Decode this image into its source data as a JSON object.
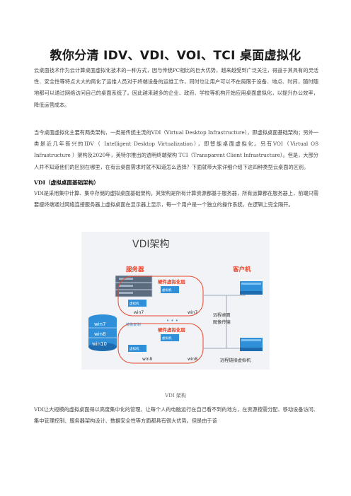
{
  "document": {
    "title": "教你分清 IDV、VDI、VOI、TCI 桌面虚拟化",
    "paragraph_1": "云桌面技术作为云计算桌面虚拟化技术的一种方式，因与传统PC相比的巨大优势，越来越受到广泛关注，得益于其具有的灵活性、安全性等特点大大的简化了运维人员对于终端设备的运维工作，同时也让用户可以不在局限于设备、地点、时间，随时随地都可以通过网络访问自己的桌面系统了。因此越来越多的企业、政府、学校等机构开始应用桌面虚拟化，以提升办公效率，降低运营成本。",
    "paragraph_2": "当今桌面虚拟化主要有两类架构，一类是传统主流的VDI（Virtual Desktop Infrastructure），即虚拟桌面基础架构；另外一类是近几年新兴的IDV（ Intelligent Desktop Virtualization），即智能桌面虚拟化。另有VOI（Virtual OS Infrastructure ）架构及2020年，英特尔推出的透明终端架构 TCI（Transparent Client Infrastructure）。但是，大部分人并不知道他们的区别在哪里，在有云桌面需求时就不知道怎么选择？下面就带大家详细介绍下这四种类型云桌面的区别。",
    "heading_vdi": "VDI（虚拟桌面基础架构）",
    "paragraph_3": "VDI是采用集中计算、集中存储的虚拟桌面基础架构。其架构是所有计算资源都基于服务器，所有运算都在服务器上，前端只需要瘦终端通过网络连接服务器上虚拟桌面在显示器上显示，每一个用户是一个独立的操作系统，在逻辑上完全隔开。",
    "caption": "VDI 架构",
    "paragraph_4": "VDI让大规模的虚拟桌面得以高度集中化的管理，让每个人的电脑运行在自己看不到的地方，在资源按需分配、移动设备访问、集中管理控制、服务器架构设计、数据安全性等方面都具有很大优势。但是由于该"
  },
  "figure": {
    "title": "VDI架构",
    "server_label": "服务器",
    "client_label": "客户机",
    "hw_layer_label": "硬件虚拟化层",
    "vm_label": "虚拟机",
    "win7": "win7",
    "win8": "win8",
    "win10": "win10",
    "mirror_label": "镜像复制",
    "remote_label_1": "远程桌面",
    "remote_label_2": "图像传输",
    "client_caption": "远程链接虚拟机",
    "ellipsis": "• • •",
    "colors": {
      "accent_red": "#e8452c",
      "accent_blue": "#2f8fd8",
      "panel_bg": "#f1f3f6"
    }
  }
}
